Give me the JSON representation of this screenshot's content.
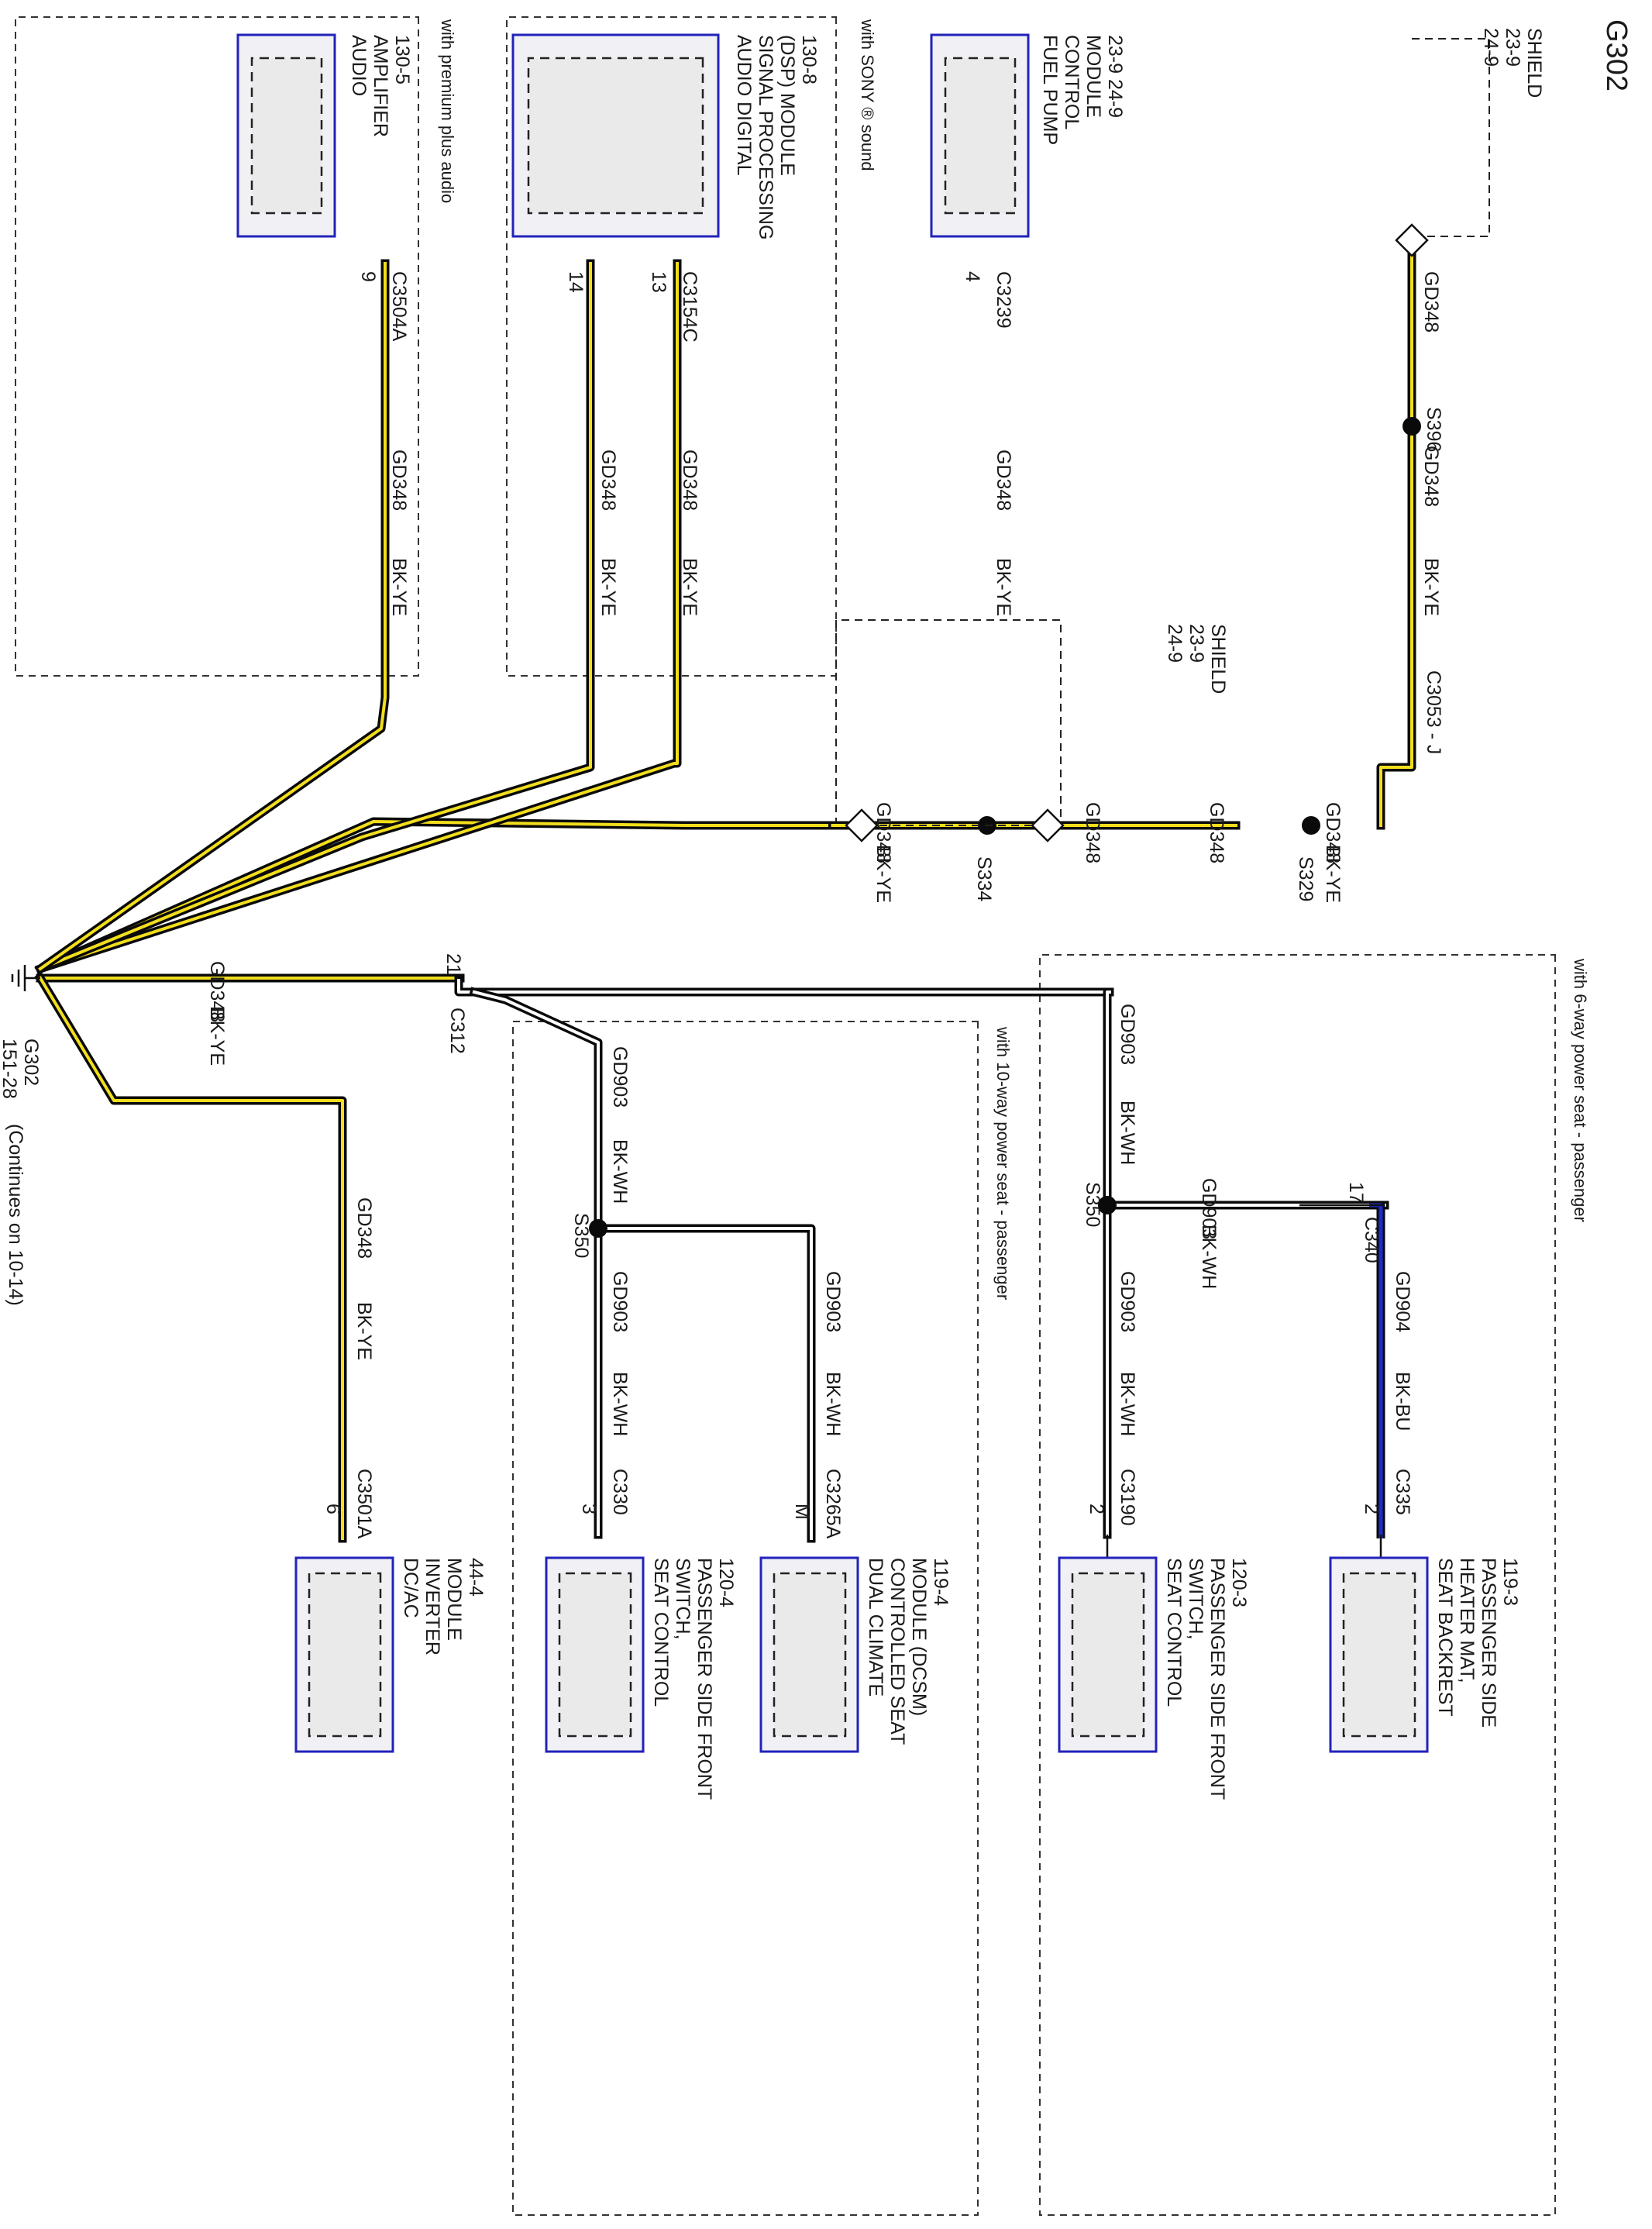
{
  "title": "G302",
  "ground": {
    "name": "G302",
    "ref": "151-28",
    "continues": "(Continues on 10-14)"
  },
  "wires": {
    "gd348": "GD348",
    "bkye": "BK-YE",
    "gd903": "GD903",
    "bkwh": "BK-WH",
    "gd904": "GD904",
    "bkbu": "BK-BU"
  },
  "shields": {
    "top": {
      "label": "SHIELD",
      "ref1": "23-9",
      "ref2": "24-9"
    },
    "mid": {
      "label": "SHIELD",
      "ref1": "23-9",
      "ref2": "24-9"
    }
  },
  "splices": {
    "s396": "S396",
    "s329": "S329",
    "s334": "S334",
    "s350a": "S350",
    "s350b": "S350"
  },
  "connectors": {
    "c3053": "C3053 - J",
    "c3239": "C3239",
    "c3239_pin": "4",
    "c3154c": "C3154C",
    "c3154c_pin_a": "13",
    "c3154c_pin_b": "14",
    "c3504a": "C3504A",
    "c3504a_pin": "9",
    "c312": "C312",
    "c312_pin": "21",
    "c340": "C340",
    "c340_pin": "17",
    "c335": "C335",
    "c335_pin": "2",
    "c3190": "C3190",
    "c3190_pin": "2",
    "c3265a": "C3265A",
    "c3265a_pin": "M",
    "c330": "C330",
    "c330_pin": "3",
    "c3501a": "C3501A",
    "c3501a_pin": "6"
  },
  "options": {
    "premium": "with premium plus audio",
    "sony": "with SONY ® sound",
    "six_way": "with 6-way power seat - passenger",
    "ten_way": "with 10-way power seat - passenger"
  },
  "components": {
    "fuel_pump": {
      "l1": "FUEL PUMP",
      "l2": "CONTROL",
      "l3": "MODULE",
      "l4": "23-9   24-9"
    },
    "dsp": {
      "l1": "AUDIO DIGITAL",
      "l2": "SIGNAL PROCESSING",
      "l3": "(DSP) MODULE",
      "l4": "130-8"
    },
    "amp": {
      "l1": "AUDIO",
      "l2": "AMPLIFIER",
      "l3": "130-5"
    },
    "backrest": {
      "l1": "SEAT BACKREST",
      "l2": "HEATER MAT,",
      "l3": "PASSENGER SIDE",
      "l4": "119-3"
    },
    "seat6": {
      "l1": "SEAT CONTROL",
      "l2": "SWITCH,",
      "l3": "PASSENGER SIDE FRONT",
      "l4": "120-3"
    },
    "dcsm": {
      "l1": "DUAL CLIMATE",
      "l2": "CONTROLLED SEAT",
      "l3": "MODULE (DCSM)",
      "l4": "119-4"
    },
    "seat10": {
      "l1": "SEAT CONTROL",
      "l2": "SWITCH,",
      "l3": "PASSENGER SIDE FRONT",
      "l4": "120-4"
    },
    "inverter": {
      "l1": "DC/AC",
      "l2": "INVERTER",
      "l3": "MODULE",
      "l4": "44-4"
    }
  }
}
